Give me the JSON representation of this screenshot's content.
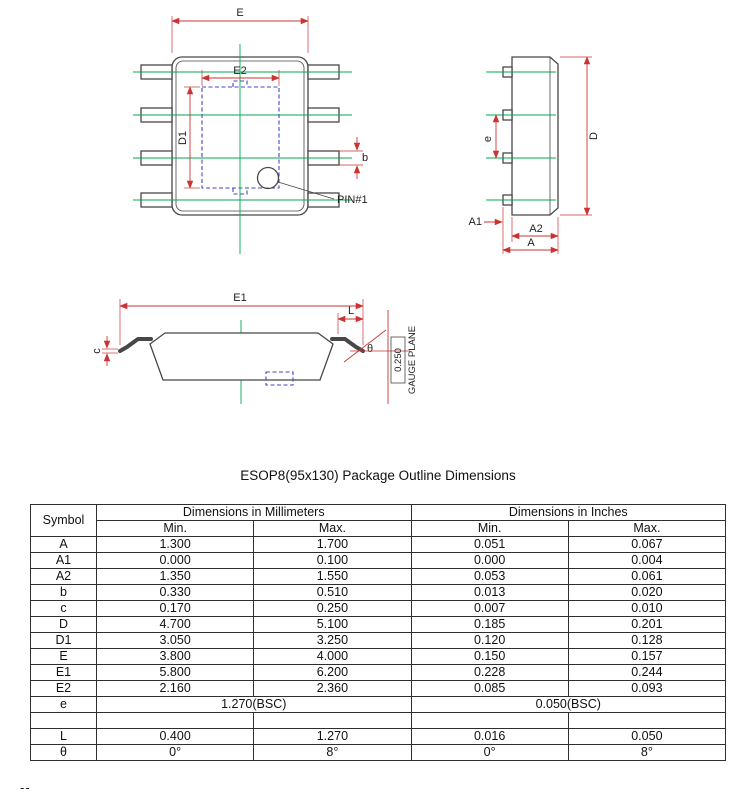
{
  "page": {
    "title": "ESOP8(95x130) Package Outline Dimensions",
    "footer_mark": "--"
  },
  "drawing": {
    "labels": {
      "E": "E",
      "E2": "E2",
      "D1": "D1",
      "b": "b",
      "pin1": "PIN#1",
      "e": "e",
      "D": "D",
      "A1": "A1",
      "A2": "A2",
      "A": "A",
      "E1": "E1",
      "L": "L",
      "c": "c",
      "theta": "θ",
      "gauge_offset": "0.250",
      "gauge_plane": "GAUGE PLANE"
    },
    "colors": {
      "outline": "#474747",
      "dimension": "#cc3333",
      "centerline": "#00a84d",
      "pad": "#4545c8"
    }
  },
  "table": {
    "header": {
      "symbol": "Symbol",
      "mm_group": "Dimensions in Millimeters",
      "inch_group": "Dimensions in Inches",
      "min": "Min.",
      "max": "Max."
    },
    "rows": [
      {
        "symbol": "A",
        "cells": [
          "1.300",
          "1.700",
          "0.051",
          "0.067"
        ]
      },
      {
        "symbol": "A1",
        "cells": [
          "0.000",
          "0.100",
          "0.000",
          "0.004"
        ]
      },
      {
        "symbol": "A2",
        "cells": [
          "1.350",
          "1.550",
          "0.053",
          "0.061"
        ]
      },
      {
        "symbol": "b",
        "cells": [
          "0.330",
          "0.510",
          "0.013",
          "0.020"
        ]
      },
      {
        "symbol": "c",
        "cells": [
          "0.170",
          "0.250",
          "0.007",
          "0.010"
        ]
      },
      {
        "symbol": "D",
        "cells": [
          "4.700",
          "5.100",
          "0.185",
          "0.201"
        ]
      },
      {
        "symbol": "D1",
        "cells": [
          "3.050",
          "3.250",
          "0.120",
          "0.128"
        ]
      },
      {
        "symbol": "E",
        "cells": [
          "3.800",
          "4.000",
          "0.150",
          "0.157"
        ]
      },
      {
        "symbol": "E1",
        "cells": [
          "5.800",
          "6.200",
          "0.228",
          "0.244"
        ]
      },
      {
        "symbol": "E2",
        "cells": [
          "2.160",
          "2.360",
          "0.085",
          "0.093"
        ]
      },
      {
        "symbol": "e",
        "span": true,
        "cells": [
          "1.270(BSC)",
          "0.050(BSC)"
        ]
      },
      {
        "symbol": "",
        "cells": [
          "",
          "",
          "",
          ""
        ]
      },
      {
        "symbol": "L",
        "cells": [
          "0.400",
          "1.270",
          "0.016",
          "0.050"
        ]
      },
      {
        "symbol": "θ",
        "cells": [
          "0°",
          "8°",
          "0°",
          "8°"
        ]
      }
    ]
  }
}
